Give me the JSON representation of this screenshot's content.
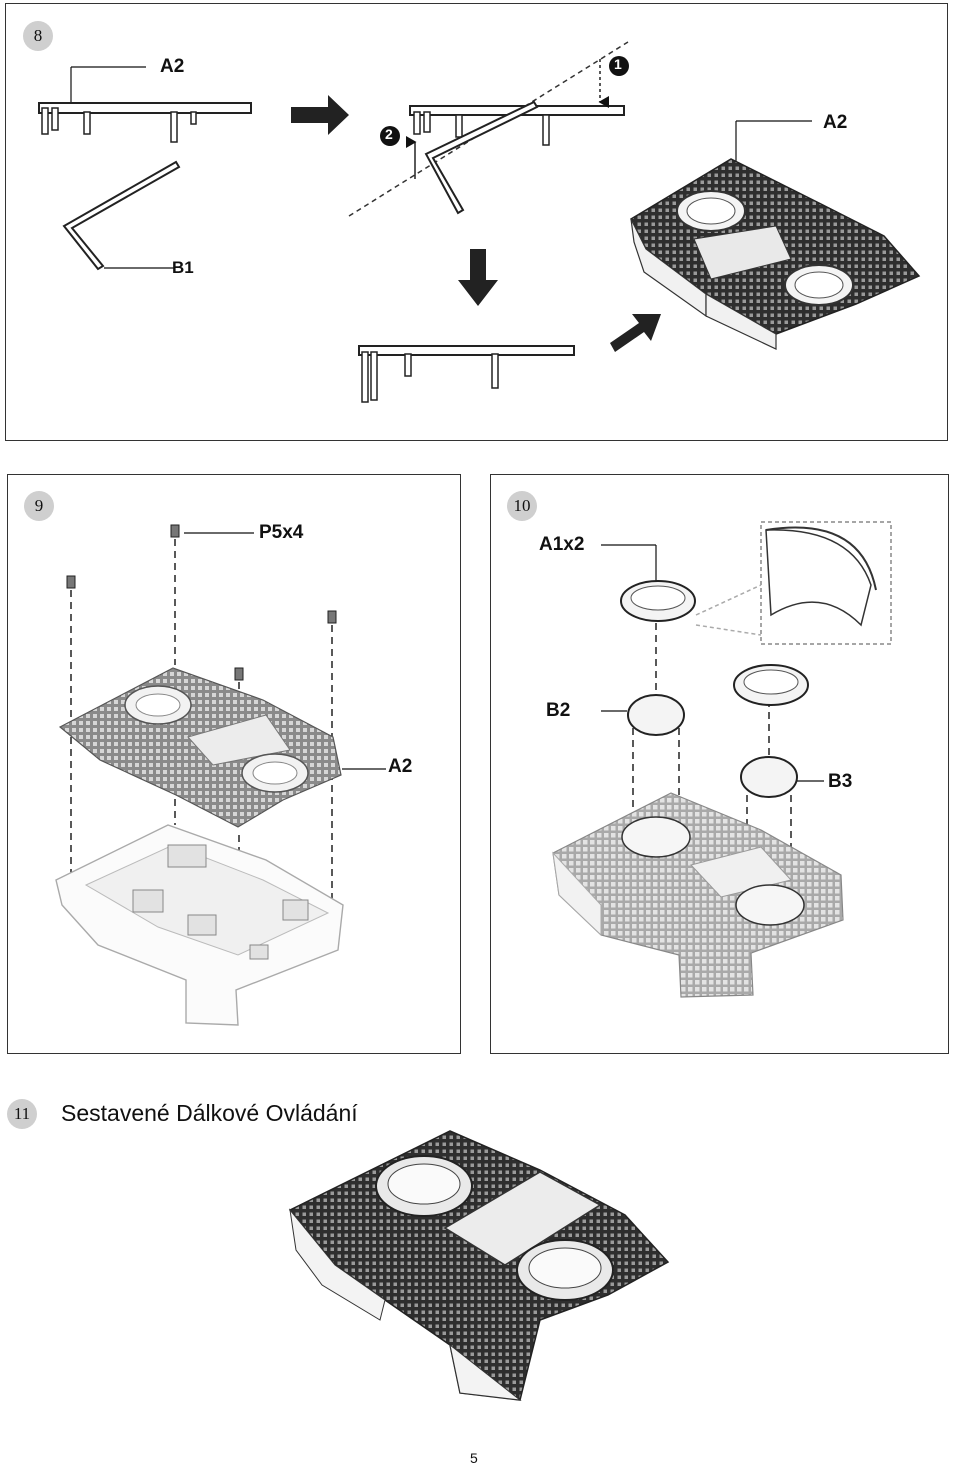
{
  "step8": {
    "number": "8",
    "label_a2_top": "A2",
    "label_b1": "B1",
    "label_a2_right": "A2",
    "callout_1": "1",
    "callout_2": "2"
  },
  "step9": {
    "number": "9",
    "label_screws": "P5x4",
    "label_a2": "A2"
  },
  "step10": {
    "number": "10",
    "label_rings": "A1x2",
    "label_b2": "B2",
    "label_b3": "B3"
  },
  "step11": {
    "number": "11",
    "title": "Sestavené Dálkové Ovládání"
  },
  "page_number": "5"
}
